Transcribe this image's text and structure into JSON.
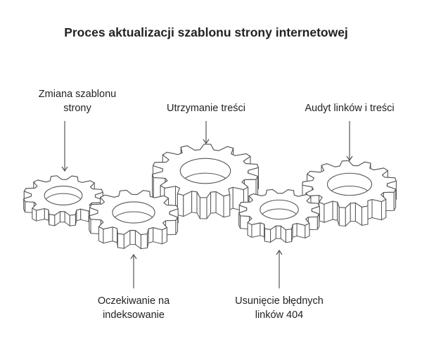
{
  "title": "Proces aktualizacji szablonu strony internetowej",
  "steps": [
    {
      "line1": "Zmiana szablonu",
      "line2": "strony",
      "arrow": "down"
    },
    {
      "line1": "Oczekiwanie na",
      "line2": "indeksowanie",
      "arrow": "up"
    },
    {
      "line1": "Utrzymanie treści",
      "line2": "",
      "arrow": "down"
    },
    {
      "line1": "Usunięcie błędnych",
      "line2": "linków 404",
      "arrow": "up"
    },
    {
      "line1": "Audyt linków i treści",
      "line2": "",
      "arrow": "down"
    }
  ],
  "colors": {
    "stroke": "#555555",
    "text": "#222222",
    "fill": "#ffffff"
  }
}
